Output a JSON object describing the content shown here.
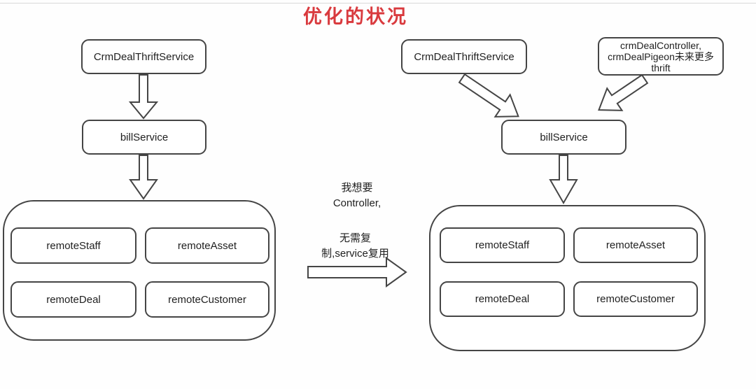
{
  "title": "优化的状况",
  "colors": {
    "title_red": "#d93a3e",
    "line": "#454545",
    "text": "#1f1f1f",
    "top_rule": "#d9d9d9"
  },
  "left_flow": {
    "thrift_service": "CrmDealThriftService",
    "bill_service": "billService",
    "services": [
      "remoteStaff",
      "remoteAsset",
      "remoteDeal",
      "remoteCustomer"
    ]
  },
  "middle_notes": {
    "want": [
      "我想要",
      "Controller,"
    ],
    "reuse": [
      "无需复",
      "制,service复用"
    ]
  },
  "right_flow": {
    "thrift_service": "CrmDealThriftService",
    "controller_lines": [
      "crmDealController,",
      "crmDealPigeon未来更多",
      "thrift"
    ],
    "bill_service": "billService",
    "services": [
      "remoteStaff",
      "remoteAsset",
      "remoteDeal",
      "remoteCustomer"
    ]
  }
}
